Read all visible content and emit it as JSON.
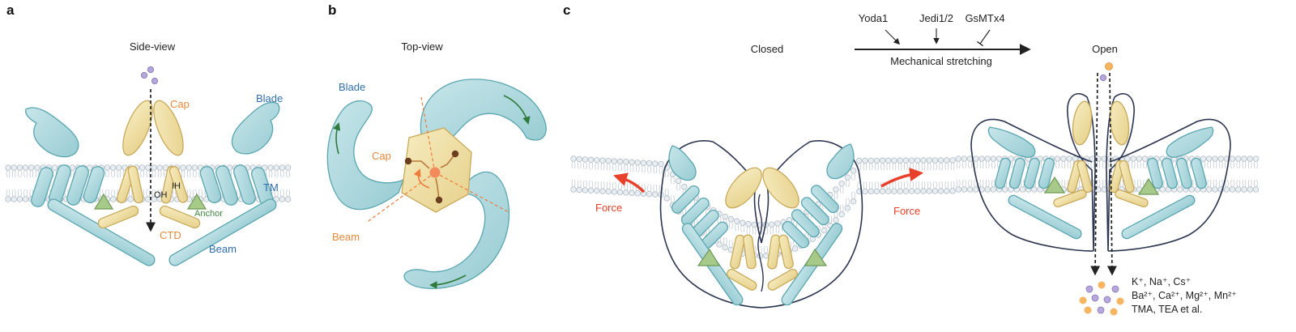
{
  "colors": {
    "blue_fill": "#a9d6dc",
    "blue_stroke": "#5aa6b1",
    "blue_text": "#2f6fae",
    "cap_fill": "#f0e1a3",
    "cap_stroke": "#c9a95a",
    "orange_text": "#e8893a",
    "green_fill": "#a7c98a",
    "green_text": "#3d8a3d",
    "red_text": "#e8402a",
    "lipid": "#bfc9d1",
    "dark_outline": "#2b3550",
    "ion_purple": "#b6a8dc",
    "ion_orange": "#f6b560"
  },
  "panel_a": {
    "letter": "a",
    "title": "Side-view",
    "labels": {
      "cap": "Cap",
      "blade": "Blade",
      "tm": "TM",
      "oh": "OH",
      "ih": "IH",
      "anchor": "Anchor",
      "ctd": "CTD",
      "beam": "Beam"
    }
  },
  "panel_b": {
    "letter": "b",
    "title": "Top-view",
    "labels": {
      "blade": "Blade",
      "cap": "Cap",
      "beam": "Beam"
    }
  },
  "panel_c": {
    "letter": "c",
    "closed_label": "Closed",
    "open_label": "Open",
    "modulators": [
      "Yoda1",
      "Jedi1/2",
      "GsMTx4"
    ],
    "arrow_label": "Mechanical stretching",
    "force_label": "Force",
    "ions": [
      "K⁺, Na⁺, Cs⁺",
      "Ba²⁺, Ca²⁺, Mg²⁺, Mn²⁺",
      "TMA, TEA et al."
    ]
  }
}
